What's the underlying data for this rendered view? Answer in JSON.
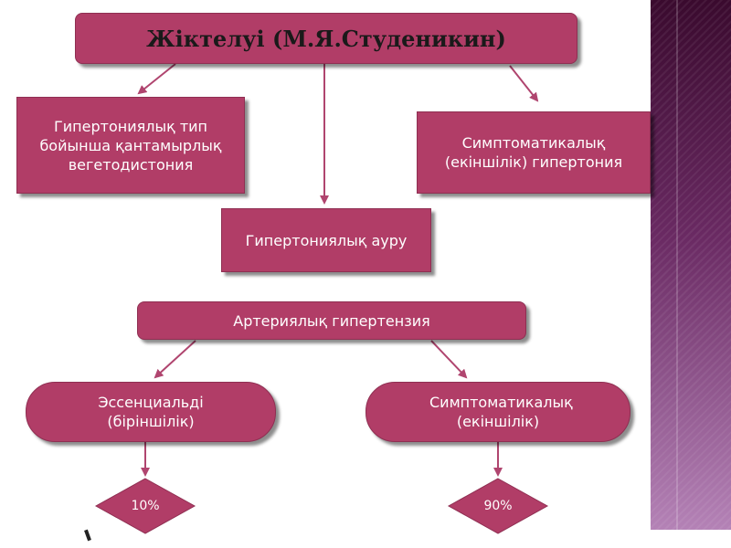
{
  "diagram": {
    "title": "Жіктелуі (М.Я.Студеникин)",
    "box_left": "Гипертониялық тип бойынша қантамырлық вегетодистония",
    "box_center": "Гипертониялық ауру",
    "box_right": "Симптоматикалық (екіншілік)  гипертония",
    "box_art": "Артериялық гипертензия",
    "pill_left": "Эссенциальді (біріншілік)",
    "pill_right": "Симптоматикалық (екіншілік)",
    "diamond_left": "10%",
    "diamond_right": "90%"
  },
  "colors": {
    "box_fill": "#b13d67",
    "arrow": "#b0456f",
    "panel_dark": "#3a0a2e",
    "panel_light": "#b482b6"
  }
}
